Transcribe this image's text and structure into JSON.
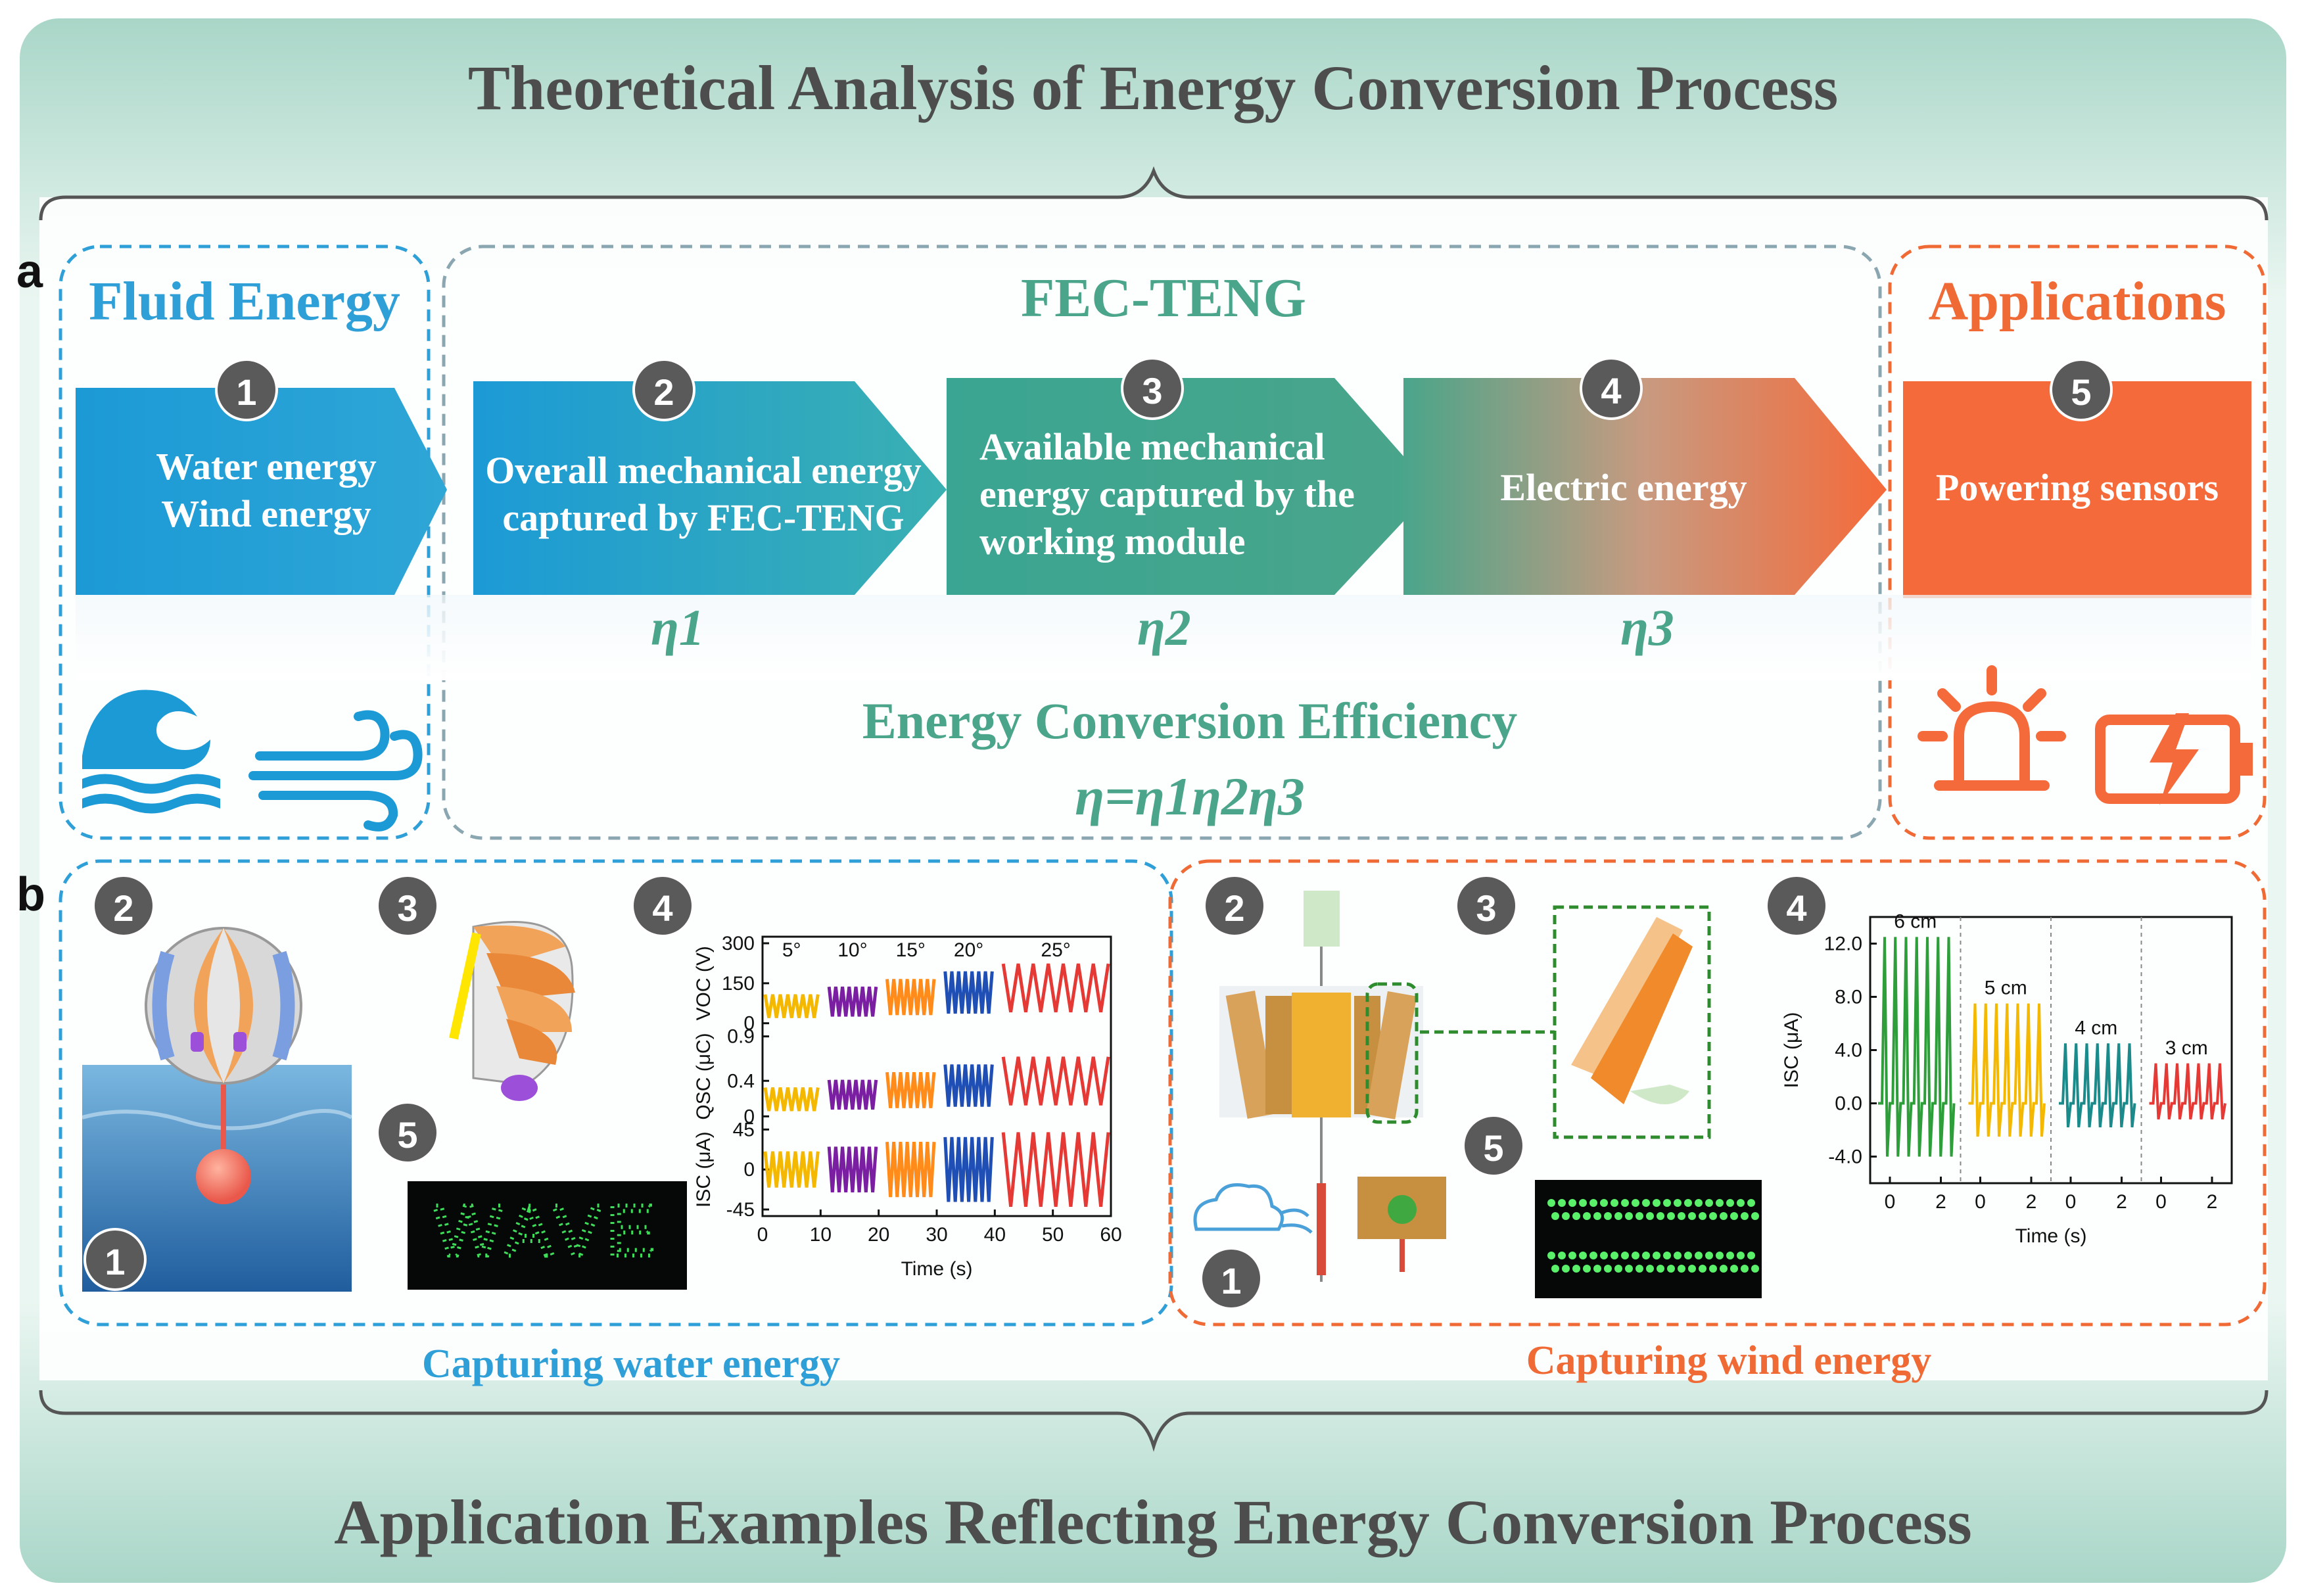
{
  "top_title": "Theoretical Analysis of Energy Conversion Process",
  "bottom_title": "Application Examples Reflecting Energy Conversion Process",
  "panel_a": {
    "letter": "a",
    "sections": {
      "fluid": "Fluid Energy",
      "teng": "FEC-TENG",
      "apps": "Applications"
    },
    "steps": [
      {
        "num": "1",
        "lines": [
          "Water energy",
          "Wind energy"
        ]
      },
      {
        "num": "2",
        "lines": [
          "Overall mechanical energy",
          "captured by FEC-TENG"
        ]
      },
      {
        "num": "3",
        "lines": [
          "Available mechanical",
          "energy captured by the",
          "working module"
        ]
      },
      {
        "num": "4",
        "lines": [
          "Electric energy"
        ]
      },
      {
        "num": "5",
        "lines": [
          "Powering sensors"
        ]
      }
    ],
    "etas": [
      "η1",
      "η2",
      "η3"
    ],
    "efficiency_label": "Energy Conversion Efficiency",
    "efficiency_formula": "η=η1η2η3",
    "icons": [
      "wave-icon",
      "wind-icon",
      "alarm-icon",
      "battery-icon"
    ]
  },
  "panel_b": {
    "letter": "b",
    "water_caption": "Capturing water energy",
    "wind_caption": "Capturing wind energy",
    "water_badges": [
      "2",
      "3",
      "4",
      "5",
      "1"
    ],
    "wind_badges": [
      "2",
      "3",
      "4",
      "5",
      "1"
    ],
    "wave_display_text": "WAVE",
    "colors": {
      "water": "#2f9fd8",
      "wind": "#f06a35",
      "teng": "#4aa58a"
    }
  },
  "chart_data": [
    {
      "type": "line",
      "xlabel": "Time (s)",
      "xticks": [
        0,
        10,
        20,
        30,
        40,
        50,
        60
      ],
      "xlim": [
        0,
        60
      ],
      "rows": [
        {
          "ylabel": "VOC (V)",
          "yticks": [
            0,
            150,
            300
          ],
          "ylim": [
            0,
            300
          ],
          "amplitude": 150
        },
        {
          "ylabel": "QSC (μC)",
          "yticks": [
            0.0,
            0.4,
            0.9
          ],
          "ylim": [
            0,
            0.9
          ],
          "amplitude": 0.4
        },
        {
          "ylabel": "ISC (μA)",
          "yticks": [
            -45,
            0,
            45
          ],
          "ylim": [
            -45,
            45
          ],
          "amplitude": 45
        }
      ],
      "series": [
        {
          "name": "5°",
          "color": "#f5b800",
          "range": [
            0,
            10
          ]
        },
        {
          "name": "10°",
          "color": "#7b1fa2",
          "range": [
            11,
            20
          ]
        },
        {
          "name": "15°",
          "color": "#ff8c1a",
          "range": [
            21,
            30
          ]
        },
        {
          "name": "20°",
          "color": "#1f4fb5",
          "range": [
            31,
            40
          ]
        },
        {
          "name": "25°",
          "color": "#e53935",
          "range": [
            41,
            60
          ]
        }
      ]
    },
    {
      "type": "line",
      "xlabel": "Time (s)",
      "ylabel": "ISC (μA)",
      "yticks": [
        -4.0,
        0.0,
        4.0,
        8.0,
        12.0
      ],
      "ylim": [
        -6,
        14
      ],
      "xticks_per_panel": [
        0,
        2
      ],
      "series": [
        {
          "name": "6 cm",
          "color": "#2e9e3a",
          "peak": 12.5,
          "trough": -4.0
        },
        {
          "name": "5 cm",
          "color": "#f5b800",
          "peak": 7.5,
          "trough": -2.5
        },
        {
          "name": "4 cm",
          "color": "#1a8a8a",
          "peak": 4.5,
          "trough": -1.8
        },
        {
          "name": "3 cm",
          "color": "#e53935",
          "peak": 3.0,
          "trough": -1.2
        }
      ]
    }
  ]
}
